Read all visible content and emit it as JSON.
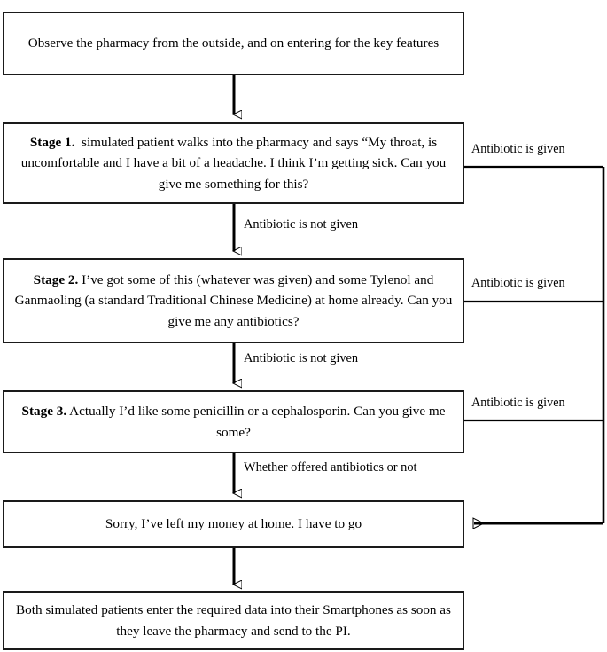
{
  "diagram": {
    "title": "Simulated patient pharmacy visit protocol flowchart",
    "nodes": {
      "observe": {
        "text": "Observe the pharmacy from the outside, and on entering for the key features"
      },
      "stage1": {
        "label": "Stage 1.",
        "text": "simulated patient walks into the pharmacy and says “My throat, is uncomfortable and I have a bit of a headache. I think I’m getting sick. Can you give me something for this?"
      },
      "stage2": {
        "label": "Stage 2.",
        "text": "I’ve got some of this (whatever was given) and some Tylenol and Ganmaoling (a standard Traditional Chinese Medicine) at home already. Can you give me any antibiotics?"
      },
      "stage3": {
        "label": "Stage 3.",
        "text": "Actually I’d like some penicillin or a cephalosporin. Can you give me some?"
      },
      "exit": {
        "text": "Sorry, I’ve left my money at home. I have to go"
      },
      "report": {
        "text": "Both simulated patients enter the required data into their Smartphones as soon as they leave the pharmacy and send to the PI."
      }
    },
    "edge_labels": {
      "given_1": "Antibiotic is given",
      "given_2": "Antibiotic is given",
      "given_3": "Antibiotic is given",
      "not_given_1": "Antibiotic is not given",
      "not_given_2": "Antibiotic is not given",
      "whether": "Whether offered antibiotics or not"
    },
    "colors": {
      "stroke": "#000000",
      "box_border": "#1a1a1a",
      "background": "#ffffff",
      "text": "#000000"
    }
  }
}
